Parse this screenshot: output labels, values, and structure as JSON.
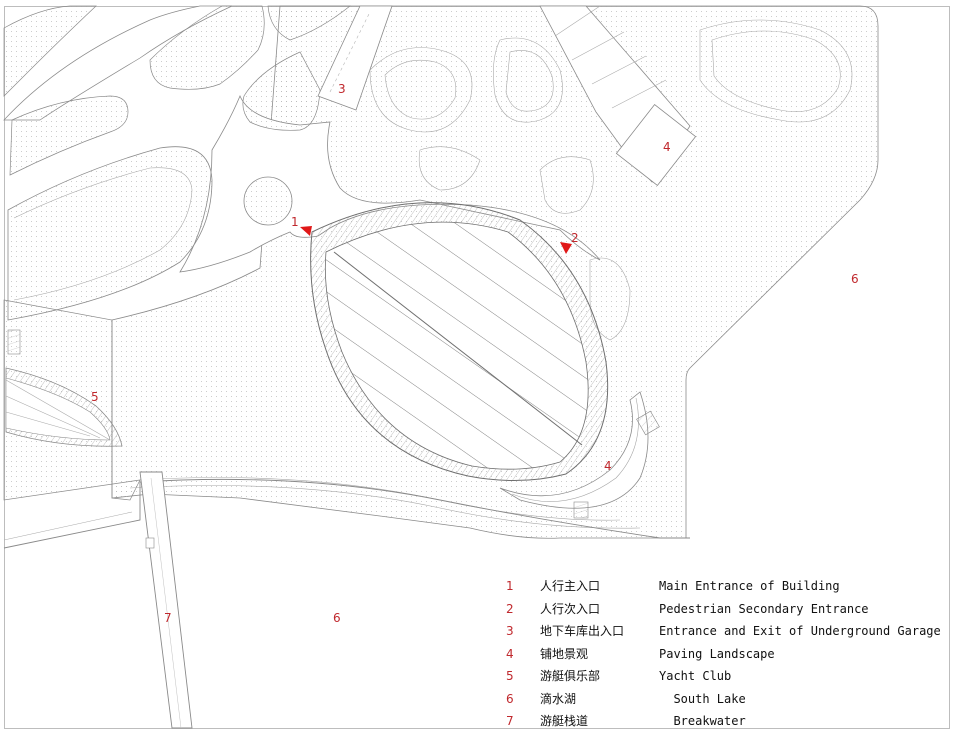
{
  "map_labels": {
    "main_entrance": "1",
    "secondary_entrance": "2",
    "garage_entrance": "3",
    "paving_north": "4",
    "paving_south": "4",
    "yacht_club": "5",
    "lake_east": "6",
    "lake_south": "6",
    "breakwater": "7"
  },
  "colors": {
    "label": "#c0282d",
    "line": "#8a8a8a",
    "arrow": "#e01818"
  },
  "legend": [
    {
      "num": "1",
      "cn": "人行主入口",
      "en": "Main Entrance of Building"
    },
    {
      "num": "2",
      "cn": "人行次入口",
      "en": "Pedestrian Secondary Entrance"
    },
    {
      "num": "3",
      "cn": "地下车库出入口",
      "en": "Entrance and Exit of Underground Garage"
    },
    {
      "num": "4",
      "cn": "铺地景观",
      "en": "Paving Landscape"
    },
    {
      "num": "5",
      "cn": "游艇俱乐部",
      "en": "Yacht Club"
    },
    {
      "num": "6",
      "cn": "滴水湖",
      "en": "  South Lake"
    },
    {
      "num": "7",
      "cn": "游艇栈道",
      "en": "  Breakwater"
    }
  ]
}
